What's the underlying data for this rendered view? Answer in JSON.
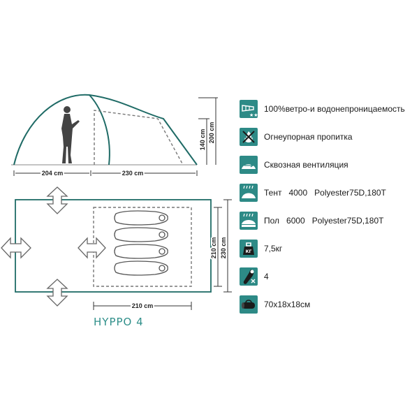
{
  "side_view": {
    "length_front": "204 cm",
    "length_vestibule": "230 cm",
    "height_front": "140 cm",
    "height_total": "200 cm"
  },
  "floor_plan": {
    "width_inner": "210 cm",
    "width_total": "230 cm",
    "length_inner": "210 cm"
  },
  "model_name": "HYPPO 4",
  "specs": [
    {
      "icon": "wind-water-icon",
      "text": "100%ветро-и водонепроницаемость"
    },
    {
      "icon": "fire-retardant-icon",
      "text": "Огнеупорная пропитка"
    },
    {
      "icon": "ventilation-icon",
      "text": "Сквозная вентиляция"
    },
    {
      "icon": "rain-tent-icon",
      "text": "Тент   4000   Polyester75D,180T"
    },
    {
      "icon": "rain-floor-icon",
      "text": "Пол   6000   Polyester75D,180T"
    },
    {
      "icon": "weight-icon",
      "text": "7,5кг"
    },
    {
      "icon": "sleeping-bag-icon",
      "text": "4"
    },
    {
      "icon": "packed-bag-icon",
      "text": "70х18х18см"
    }
  ],
  "colors": {
    "accent": "#2d8a86",
    "tent_outline": "#1f6b66"
  }
}
